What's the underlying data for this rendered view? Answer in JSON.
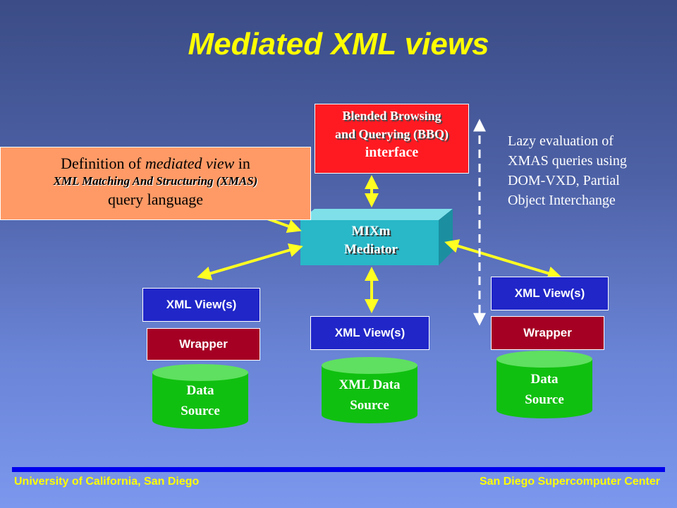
{
  "title": "Mediated XML views",
  "bbq": {
    "line1": "Blended Browsing",
    "line2": "and Querying (BBQ)",
    "line3": "interface"
  },
  "definition": {
    "line1_pre": "Definition of ",
    "line1_em": "mediated view",
    "line1_post": " in",
    "line2": "XML Matching And Structuring (XMAS)",
    "line3": "query language"
  },
  "lazy_note": [
    "Lazy evaluation of",
    "XMAS queries using",
    "DOM-VXD, Partial",
    "Object Interchange"
  ],
  "mediator": {
    "line1": "MIXm",
    "line2": "Mediator"
  },
  "left_stack": {
    "view": "XML View(s)",
    "wrapper": "Wrapper",
    "source_line1": "Data",
    "source_line2": "Source"
  },
  "middle_stack": {
    "view": "XML View(s)",
    "source_line1": "XML Data",
    "source_line2": "Source"
  },
  "right_stack": {
    "view": "XML View(s)",
    "wrapper": "Wrapper",
    "source_line1": "Data",
    "source_line2": "Source"
  },
  "footer": {
    "left": "University of California, San Diego",
    "right": "San Diego Supercomputer Center"
  },
  "colors": {
    "title": "#ffff00",
    "bbq_box": "#ff1a22",
    "definition_box": "#ff9a66",
    "mediator_box": "#28b8c8",
    "view_box": "#2026c8",
    "wrapper_box": "#a50024",
    "data_source": "#10c010",
    "arrow": "#ffff22",
    "footer_bar": "#0000ee"
  }
}
